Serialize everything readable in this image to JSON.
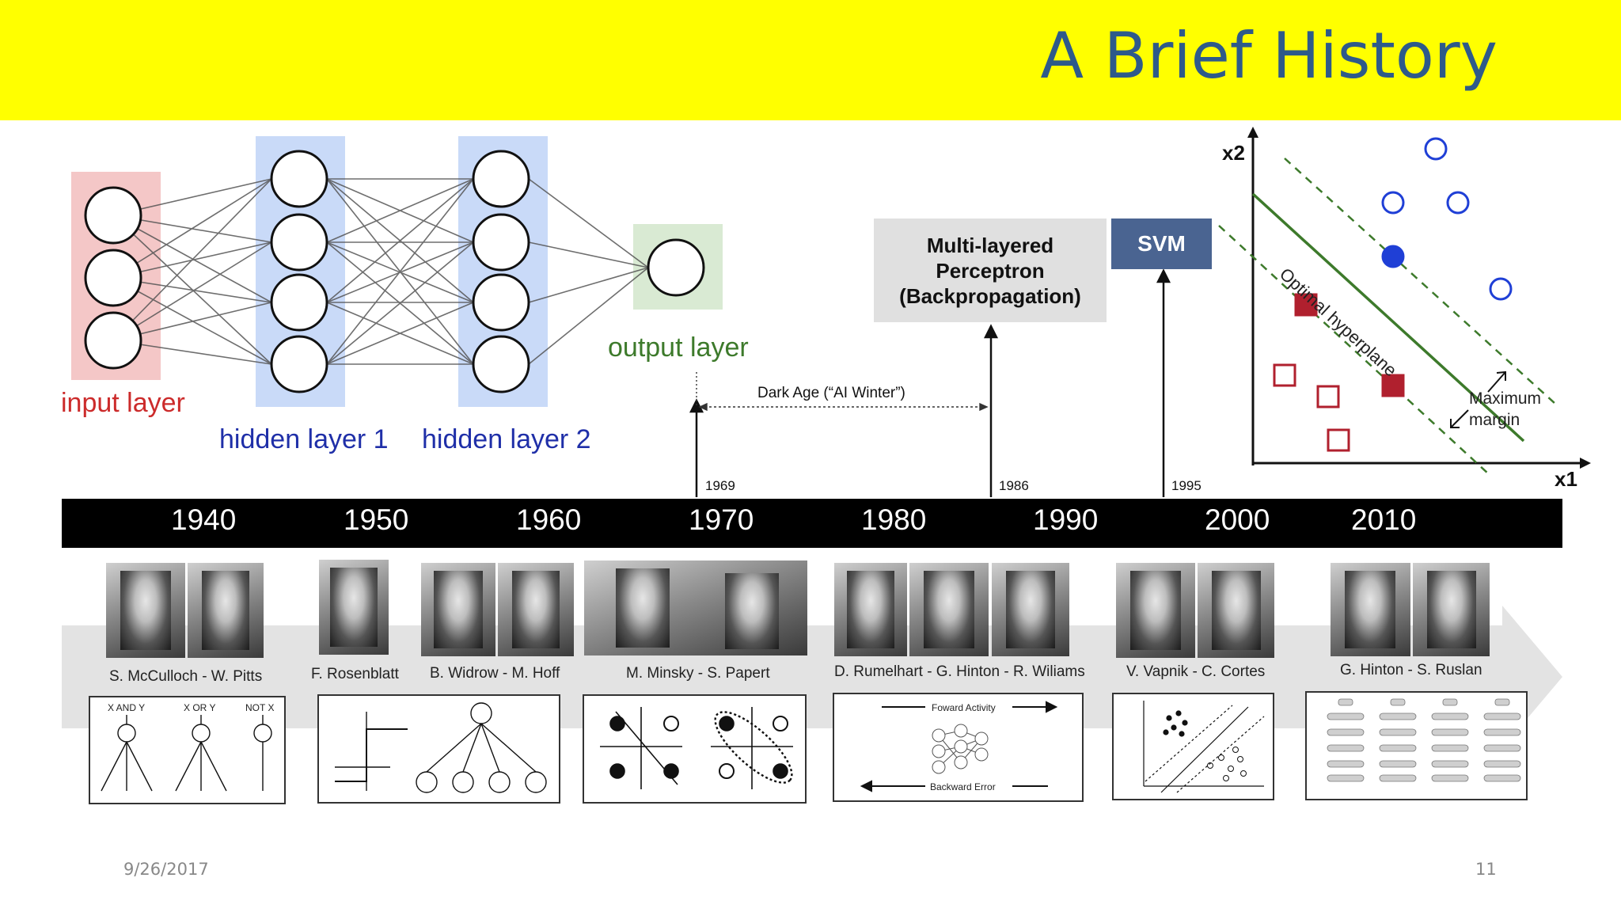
{
  "slide": {
    "title": "A Brief History",
    "date": "9/26/2017",
    "page_number": "11"
  },
  "network": {
    "input_label": "input layer",
    "hidden1_label": "hidden layer 1",
    "hidden2_label": "hidden layer 2",
    "output_label": "output layer",
    "input_color": "#f4c7c7",
    "hidden_color": "#c9daf8",
    "output_color": "#d9ead3"
  },
  "milestones": {
    "dark_age": "Dark Age (“AI Winter”)",
    "mlp": "Multi-layered\nPerceptron\n(Backpropagation)",
    "svm": "SVM",
    "year_1969": "1969",
    "year_1986": "1986",
    "year_1995": "1995"
  },
  "svm_plot": {
    "x_axis": "x1",
    "y_axis": "x2",
    "hyperplane_label": "Optimal hyperplane",
    "margin_label": "Maximum\nmargin"
  },
  "timeline": {
    "decades": [
      "1940",
      "1950",
      "1960",
      "1970",
      "1980",
      "1990",
      "2000",
      "2010"
    ]
  },
  "people": {
    "captions": [
      "S. McCulloch - W. Pitts",
      "F. Rosenblatt",
      "B. Widrow - M. Hoff",
      "M. Minsky - S. Papert",
      "D. Rumelhart - G. Hinton - R. Wiliams",
      "V. Vapnik - C. Cortes",
      "G. Hinton - S. Ruslan"
    ]
  },
  "diagrams": {
    "logic": [
      "X AND Y",
      "X OR Y",
      "NOT X"
    ],
    "forward": "Foward Activity",
    "backward": "Backward Error"
  },
  "colors": {
    "title_bar": "#ffff00",
    "title_text": "#2e5a8a",
    "svm_box": "#4a6491",
    "margin_green": "#3d7a2b",
    "class_red": "#b0202e",
    "class_blue": "#1f3fd6"
  }
}
